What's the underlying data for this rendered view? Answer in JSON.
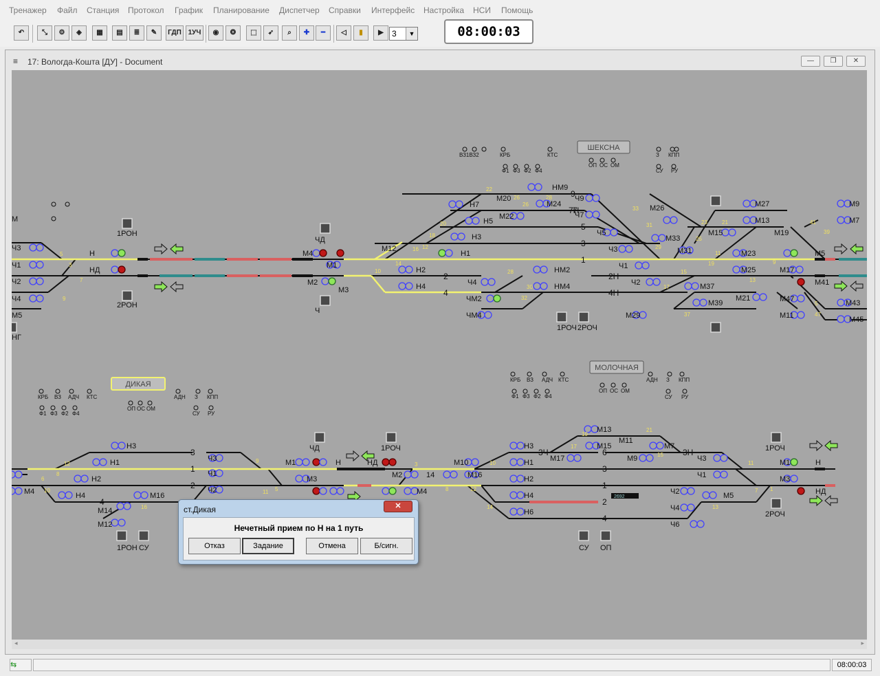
{
  "menu": [
    "Тренажер",
    "Файл",
    "Станция",
    "Протокол",
    "График",
    "Планирование",
    "Диспетчер",
    "Справки",
    "Интерфейс",
    "Настройка",
    "НСИ",
    "Помощь"
  ],
  "toolbar": {
    "labels": {
      "gdp": "ГДП",
      "one_uch": "1УЧ"
    },
    "speed_value": "3"
  },
  "clock": "08:00:03",
  "document": {
    "title": "17: Вологда-Кошта [ДУ] - Document"
  },
  "colors": {
    "canvas": "#a6a6a6",
    "route_yellow": "#f2f270",
    "signal_green": "#8ee65a",
    "signal_red": "#c01818",
    "signal_blue_ring": "#4040ff",
    "track": "#111111",
    "track_red": "#d96060",
    "track_teal": "#2f8c8c",
    "switch_number": "#f0e060"
  },
  "stations": [
    {
      "name": "ШЕКСНА",
      "info": {
        "top": [
          "ВЗ1ВЗ2",
          "КРБ",
          "КТС",
          "З",
          "КПП"
        ],
        "mid": [
          "Ф1",
          "Ф3",
          "Ф2",
          "Ф4"
        ],
        "panel": [
          "ОП",
          "ОС",
          "ОМ",
          "СУ",
          "РУ"
        ]
      },
      "tracks": [
        "9",
        "7",
        "5",
        "3",
        "1",
        "2",
        "4",
        "7Н",
        "2Н",
        "4Н"
      ],
      "signals": [
        "Н7",
        "Н5",
        "Н3",
        "Н1",
        "Н2",
        "Н4",
        "НМ9",
        "НМ2",
        "НМ4",
        "М20",
        "М22",
        "М24",
        "М12",
        "Ч9",
        "Ч7",
        "Ч5",
        "Ч3",
        "Ч1",
        "Ч2",
        "Ч4",
        "ЧМ2",
        "ЧМ4",
        "М26",
        "М33",
        "М31",
        "М29",
        "М37",
        "М39",
        "М21",
        "М15",
        "М13",
        "М27",
        "М23",
        "М25",
        "М19",
        "М17",
        "М47",
        "М11",
        "М9",
        "М7",
        "М43",
        "М45",
        "М5",
        "М41",
        "Н",
        "НД",
        "М1",
        "М3",
        "М4",
        "М2",
        "ЧД",
        "Ч",
        "1РОН",
        "2РОН",
        "1РОЧ",
        "2РОЧ",
        "СУ",
        "ОП"
      ]
    },
    {
      "name": "ДИКАЯ",
      "info": {
        "top": [
          "КРБ",
          "ВЗ",
          "АДЧ",
          "КТС",
          "АДН",
          "З",
          "КПП"
        ],
        "mid": [
          "Ф1",
          "Ф3",
          "Ф2",
          "Ф4"
        ],
        "panel": [
          "ОП",
          "ОС",
          "ОМ",
          "СУ",
          "РУ"
        ]
      },
      "tracks": [
        "3",
        "1",
        "2",
        "4"
      ],
      "signals": [
        "Н3",
        "Н1",
        "Н2",
        "Н4",
        "М16",
        "М14",
        "М12",
        "М4",
        "Ч3",
        "Ч1",
        "Ч2",
        "М1",
        "М3",
        "Н",
        "НД",
        "ЧД",
        "1РОЧ",
        "1РОН",
        "СУ",
        "ОП"
      ]
    },
    {
      "name": "МОЛОЧНАЯ",
      "info": {
        "top": [
          "КРБ",
          "ВЗ",
          "АДЧ",
          "КТС",
          "АДН",
          "З",
          "КПП"
        ],
        "mid": [
          "Ф1",
          "Ф3",
          "Ф2",
          "Ф4"
        ],
        "panel": [
          "ОП",
          "ОС",
          "ОМ",
          "СУ",
          "РУ"
        ]
      },
      "tracks": [
        "3",
        "1",
        "2",
        "4",
        "6",
        "3Ч",
        "3Н"
      ],
      "signals": [
        "М13",
        "М15",
        "М11",
        "М9",
        "М7",
        "М17",
        "М10",
        "М16",
        "М2",
        "М4",
        "14",
        "Н3",
        "Н1",
        "Н2",
        "Н4",
        "Н6",
        "Ч3",
        "Ч1",
        "Ч2",
        "Ч4",
        "Ч6",
        "М5",
        "М1",
        "М3",
        "Н",
        "НД",
        "1РОЧ",
        "2РОЧ",
        "СУ",
        "ОП"
      ]
    }
  ],
  "left_edge_labels": [
    "Ч3",
    "Ч1",
    "Ч2",
    "Ч4",
    "М5",
    "НГ",
    "М"
  ],
  "occupied_block": "2692",
  "dialog": {
    "title": "ст.Дикая",
    "close": "✕",
    "message": "Нечетный прием по Н на 1 путь",
    "buttons": [
      "Отказ",
      "Задание",
      "Отмена",
      "Б/сигн."
    ]
  },
  "status": {
    "time": "08:00:03"
  }
}
